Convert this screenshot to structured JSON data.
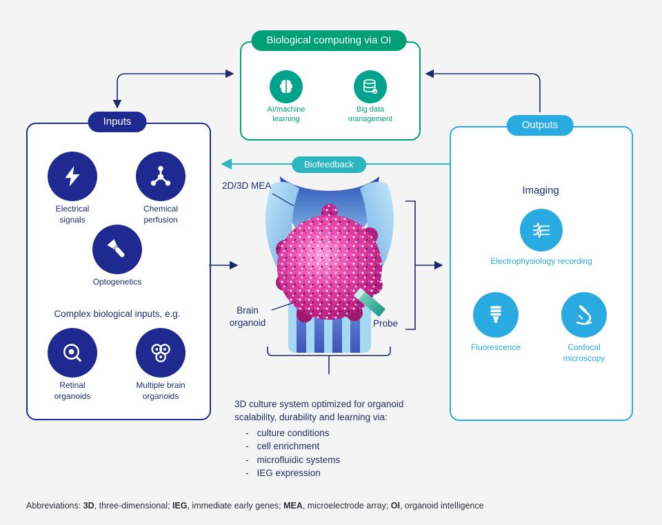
{
  "computing": {
    "title": "Biological computing via OI",
    "items": [
      {
        "label": "AI/machine learning",
        "icon": "brain-icon"
      },
      {
        "label": "Big data management",
        "icon": "database-icon"
      }
    ]
  },
  "inputs": {
    "title": "Inputs",
    "items": [
      {
        "label": "Electrical signals",
        "icon": "lightning-icon"
      },
      {
        "label": "Chemical perfusion",
        "icon": "molecule-icon"
      },
      {
        "label": "Optogenetics",
        "icon": "flashlight-icon"
      }
    ],
    "subheading": "Complex biological inputs, e.g.",
    "sub_items": [
      {
        "label": "Retinal organoids",
        "icon": "eye-icon"
      },
      {
        "label": "Multiple brain organoids",
        "icon": "organoid-cluster-icon"
      }
    ]
  },
  "outputs": {
    "title": "Outputs",
    "section_label": "Imaging",
    "items": [
      {
        "label": "Electrophysiology recording",
        "icon": "waveform-icon"
      },
      {
        "label": "Fluorescence",
        "icon": "fluorescent-bulb-icon"
      },
      {
        "label": "Confocal microscopy",
        "icon": "microscope-icon"
      }
    ]
  },
  "biofeedback_label": "Biofeedback",
  "center_labels": {
    "mea": "2D/3D MEA",
    "organoid": "Brain organoid",
    "probe": "Probe"
  },
  "culture_note": {
    "intro": "3D culture system optimized for organoid scalability, durability and learning via:",
    "bullets": [
      "culture conditions",
      "cell enrichment",
      "microfluidic systems",
      "IEG expression"
    ]
  },
  "abbreviations": {
    "segments": [
      {
        "text": "Abbreviations: ",
        "bold": false
      },
      {
        "text": "3D",
        "bold": true
      },
      {
        "text": ", three-dimensional; ",
        "bold": false
      },
      {
        "text": "IEG",
        "bold": true
      },
      {
        "text": ", immediate early genes; ",
        "bold": false
      },
      {
        "text": "MEA",
        "bold": true
      },
      {
        "text": ", microelectrode array; ",
        "bold": false
      },
      {
        "text": "OI",
        "bold": true
      },
      {
        "text": ", organoid intelligence",
        "bold": false
      }
    ]
  },
  "colors": {
    "green": "#00a076",
    "teal_icon": "#00a38b",
    "navy": "#1e2a8f",
    "light_blue": "#29abe2",
    "biofeedback_teal": "#2ab5c0"
  }
}
